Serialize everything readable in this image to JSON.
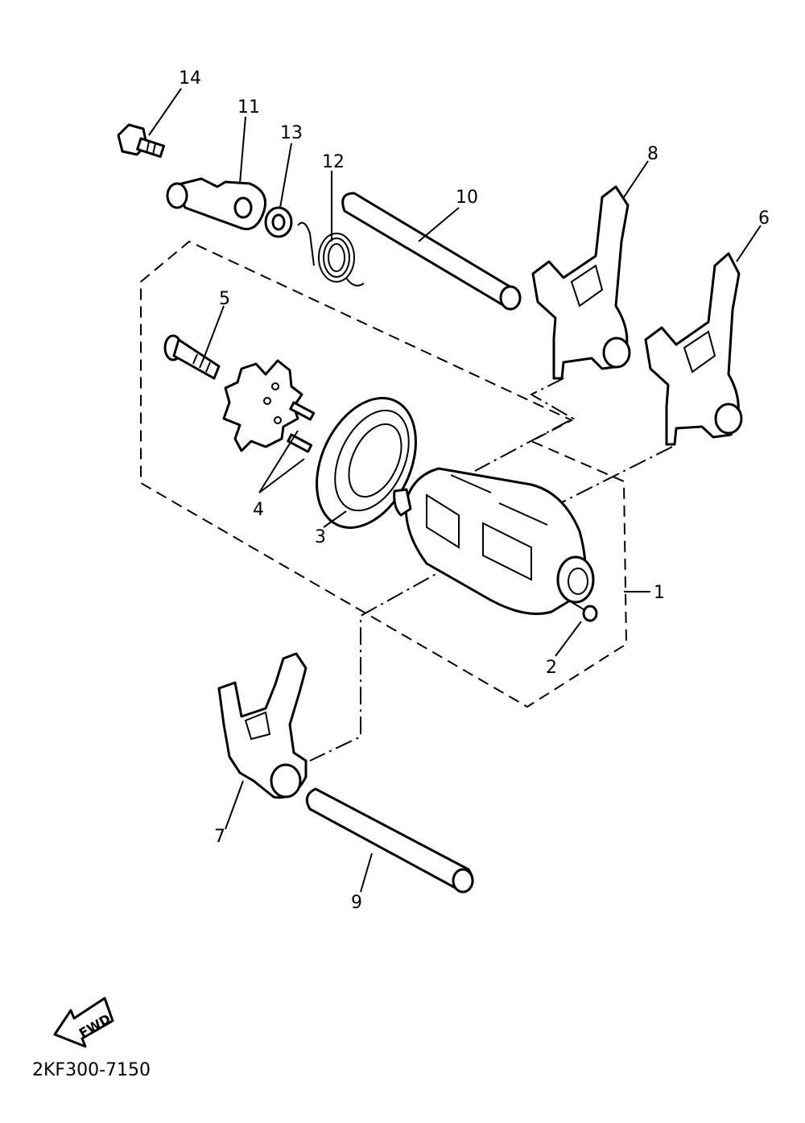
{
  "callouts": {
    "c1": "1",
    "c2": "2",
    "c3": "3",
    "c4": "4",
    "c5": "5",
    "c6": "6",
    "c7": "7",
    "c8": "8",
    "c9": "9",
    "c10": "10",
    "c11": "11",
    "c12": "12",
    "c13": "13",
    "c14": "14"
  },
  "fwd_label": "FWD",
  "drawing_code": "2KF300-7150"
}
